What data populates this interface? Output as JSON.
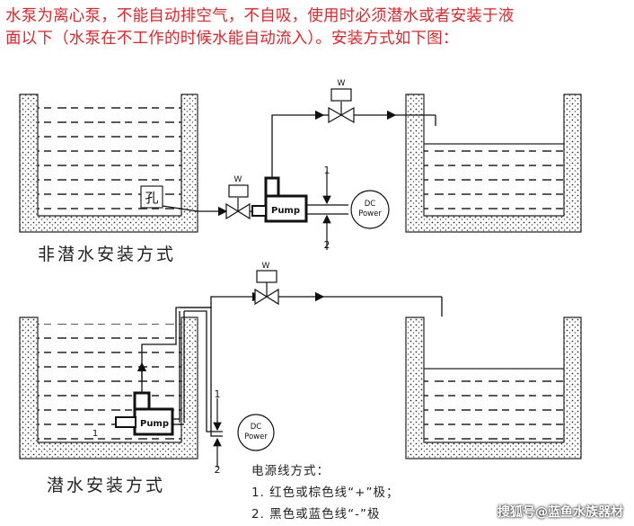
{
  "note": {
    "line1": "水泵为离心泵，不能自动排空气，不自吸，使用时必须潜水或者安装于液",
    "line2": "面以下（水泵在不工作的时候水能自动流入）。安装方式如下图："
  },
  "diagram1": {
    "caption": "非潜水安装方式",
    "hole_label": "孔",
    "pump_label": "Pump",
    "valve_label_left": "W",
    "valve_label_top": "W",
    "power_label_1": "DC",
    "power_label_2": "Power",
    "wire1_label": "1",
    "wire2_label": "2"
  },
  "diagram2": {
    "caption": "潜水安装方式",
    "pump_label": "Pump",
    "valve_label_top": "W",
    "inlet_label": "1",
    "power_label_1": "DC",
    "power_label_2": "Power",
    "wire1_label": "1",
    "wire2_label": "2"
  },
  "wiring": {
    "title": "电源线方式：",
    "line1": "1. 红色或棕色线“+”极；",
    "line2": "2. 黑色或蓝色线“-”极"
  },
  "watermark": "搜狐号@蓝鱼水族器材"
}
